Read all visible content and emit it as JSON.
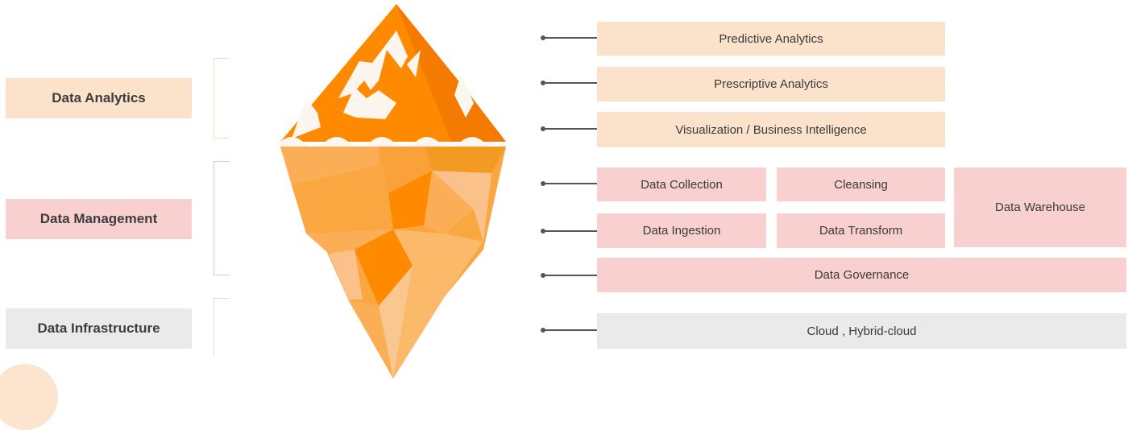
{
  "colors": {
    "analytics": "#fbe3cb",
    "management": "#f8d0cf",
    "infrastructure": "#eaeaea",
    "iceberg_dark": "#ff8a00",
    "iceberg_light": "#fbb96a",
    "snow": "#fdf6ef",
    "bracket_analytics": "#f9d9bb",
    "bracket_management": "#f5c2c0",
    "bracket_infrastructure": "#dcdcdc"
  },
  "layers": {
    "analytics": "Data Analytics",
    "management": "Data Management",
    "infrastructure": "Data Infrastructure"
  },
  "components": {
    "predictive": "Predictive Analytics",
    "prescriptive": "Prescriptive Analytics",
    "visualization": "Visualization / Business Intelligence",
    "collection": "Data Collection",
    "cleansing": "Cleansing",
    "warehouse": "Data Warehouse",
    "ingestion": "Data Ingestion",
    "transform": "Data Transform",
    "governance": "Data Governance",
    "cloud": "Cloud , Hybrid-cloud"
  }
}
